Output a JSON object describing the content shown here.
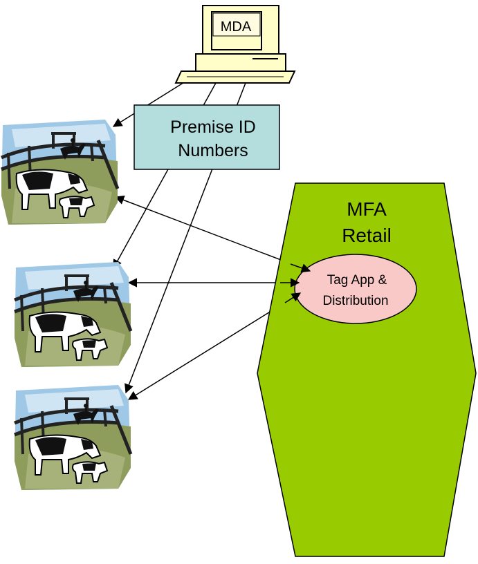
{
  "computer": {
    "screen_label": "MDA",
    "icon": "computer-icon"
  },
  "premise_box": {
    "line1": "Premise ID",
    "line2": "Numbers",
    "fill": "#b3dedd"
  },
  "mfa_retail": {
    "line1": "MFA",
    "line2": "Retail",
    "fill": "#99cc00"
  },
  "tag_app": {
    "line1": "Tag App &",
    "line2": "Distribution",
    "fill": "#f9c9c8"
  },
  "farms": [
    {
      "icon": "farm-cattle-icon"
    },
    {
      "icon": "farm-cattle-icon"
    },
    {
      "icon": "farm-cattle-icon"
    }
  ]
}
